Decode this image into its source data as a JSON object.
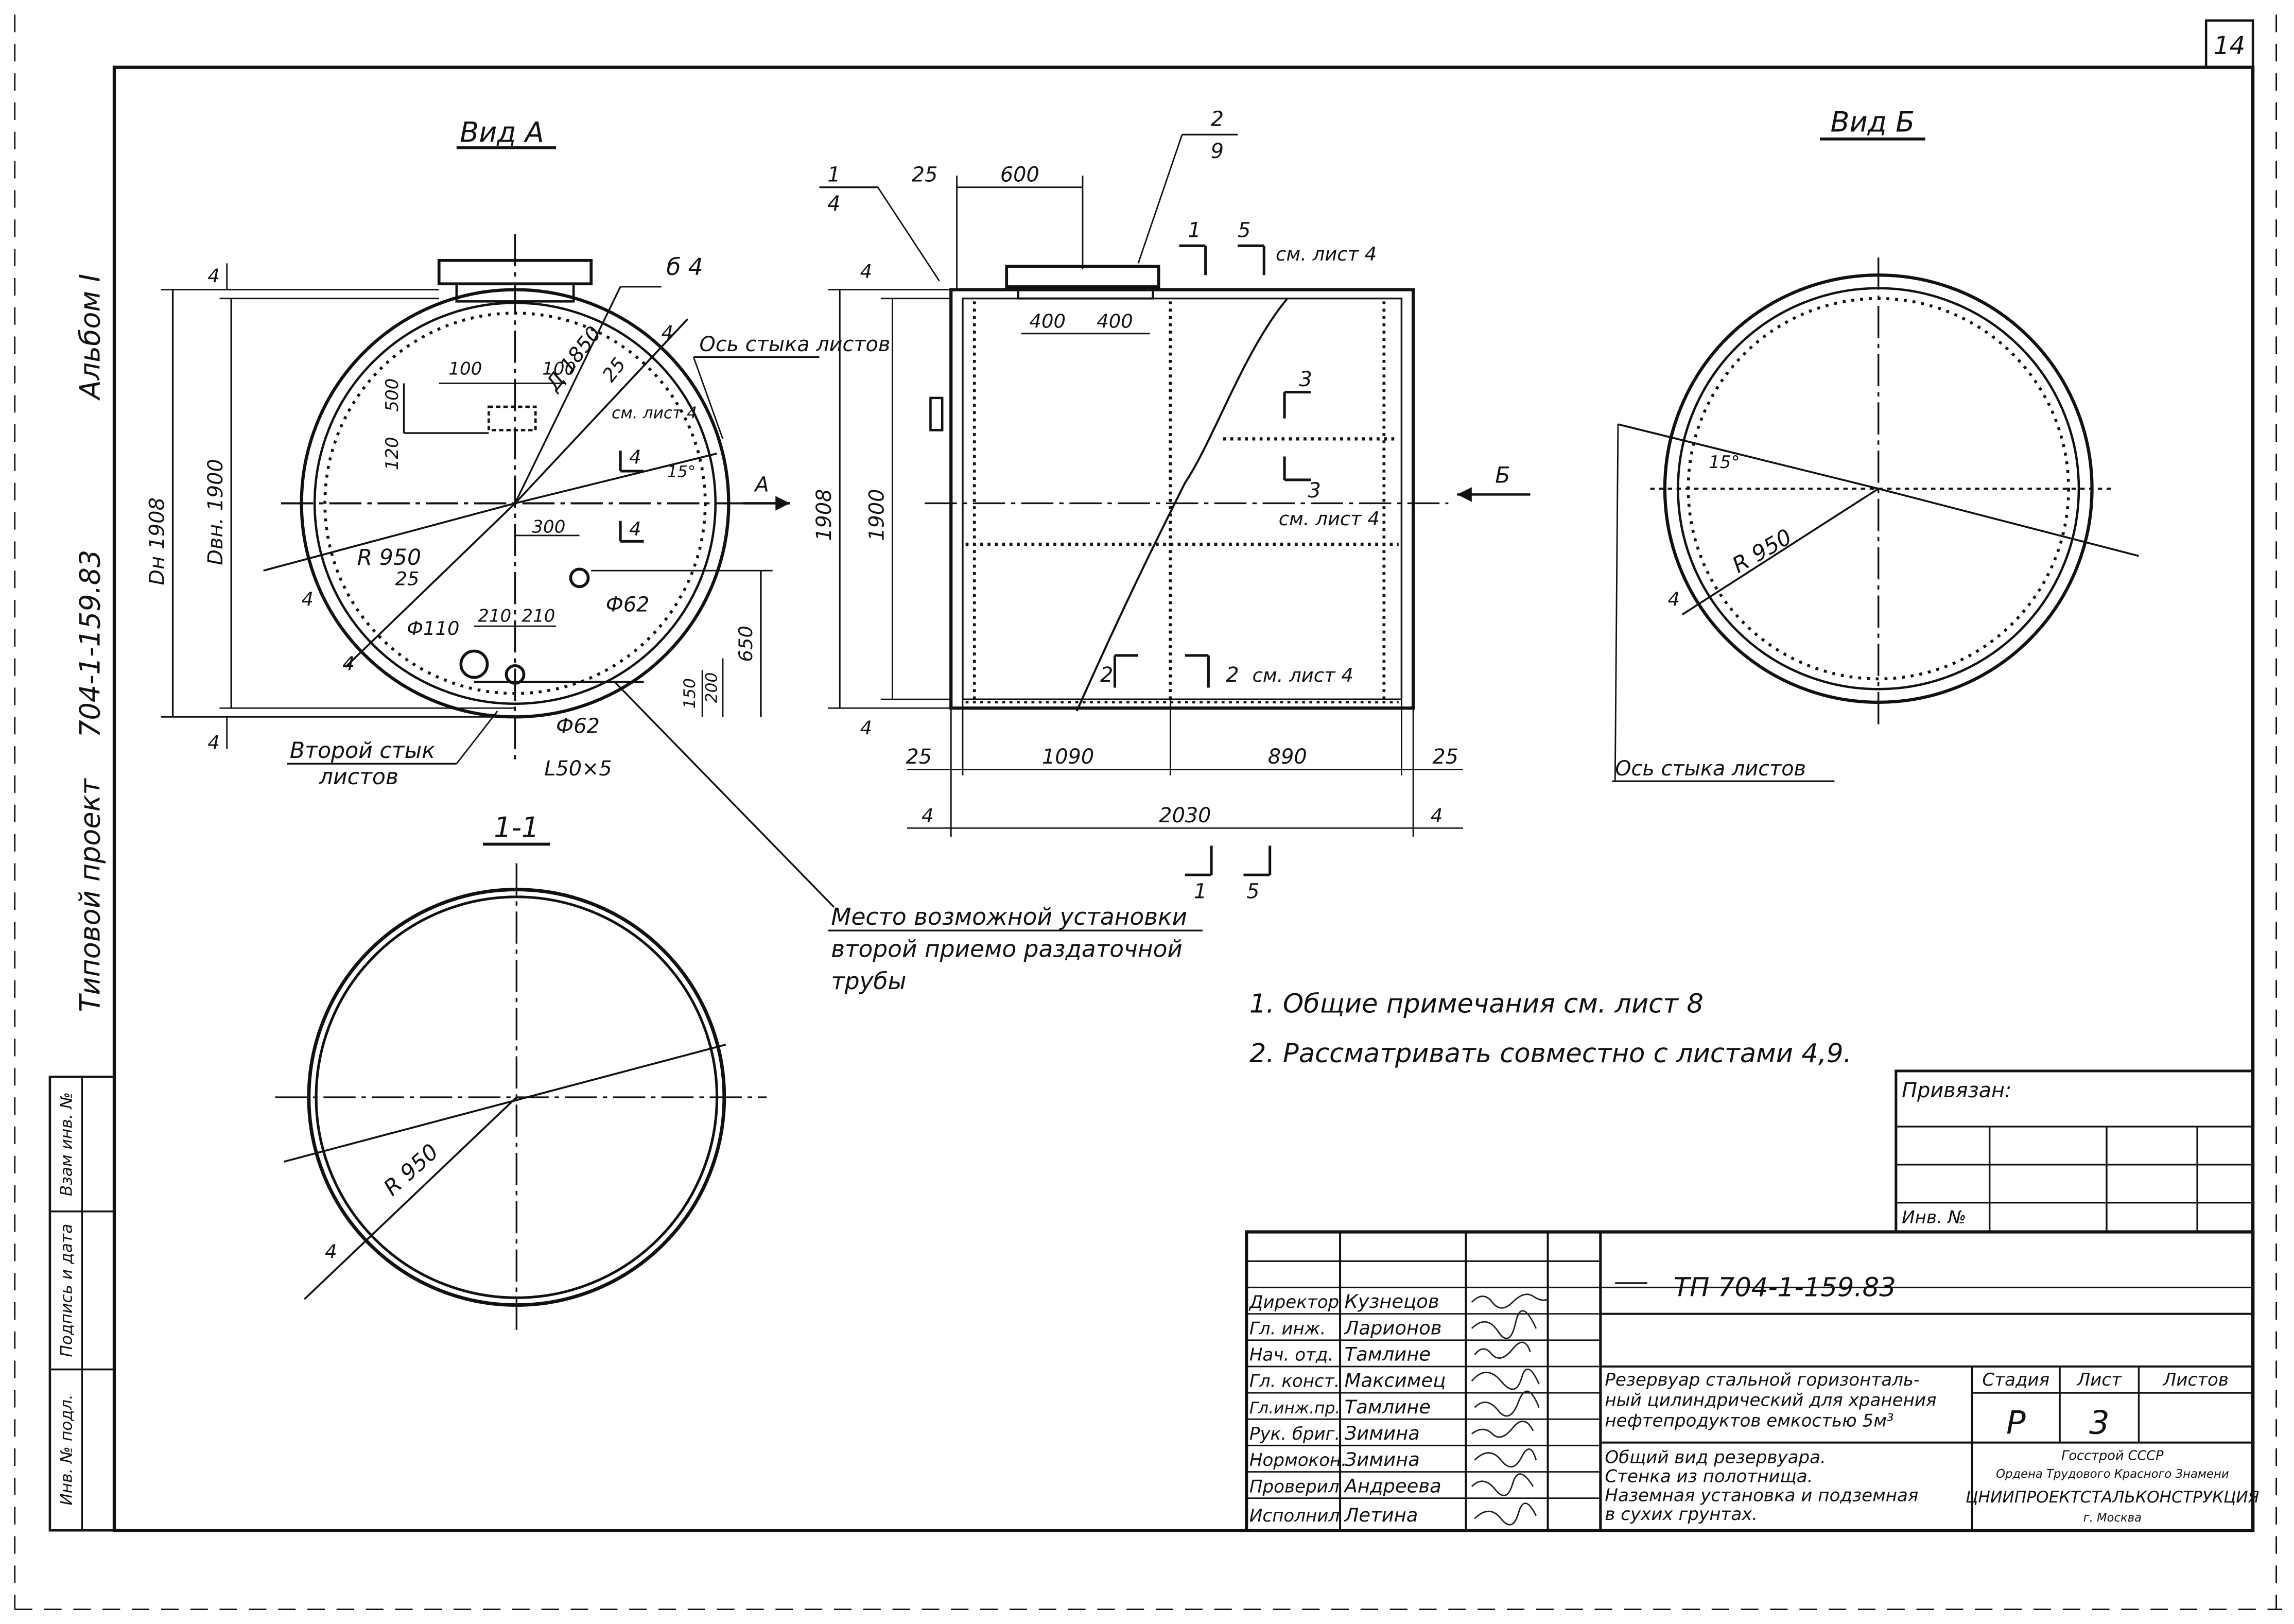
{
  "sheet": {
    "page_no": "14",
    "left_margin": {
      "album": "Альбом I",
      "designation": "704-1-159.83",
      "project_type": "Типовой проект"
    },
    "left_stamp": [
      "Взам инв. №",
      "Подпись и дата",
      "Инв. № подл."
    ]
  },
  "view_a": {
    "title": "Вид А",
    "labels": {
      "d_outer": "Dн 1908",
      "d_inner": "Dвн. 1900",
      "r950": "R 950",
      "b4": "б 4",
      "axis_joint": "Ось стыка листов",
      "d1850": "Д 1850",
      "see_sheet": "см. лист 4",
      "hole_62a": "Ф62",
      "hole_62b": "Ф62",
      "hole_110": "Ф110",
      "angle": "L50×5",
      "second_joint": "Второй стык листов",
      "arrow_a": "А",
      "sec4": "4",
      "sec4b": "4",
      "ang15": "15°"
    },
    "dims": [
      "100",
      "100",
      "500",
      "120",
      "300",
      "210",
      "210",
      "650",
      "150",
      "200",
      "25",
      "25",
      "4",
      "4",
      "4",
      "4",
      "4"
    ]
  },
  "side_view": {
    "dims_top": [
      "25",
      "600",
      "400",
      "400"
    ],
    "dims_bottom": [
      "25",
      "1090",
      "890",
      "25",
      "2030",
      "4",
      "4"
    ],
    "dims_left": [
      "1908",
      "1900",
      "4",
      "4"
    ],
    "callout_1_4": {
      "num": "1",
      "den": "4"
    },
    "callout_2_9": {
      "num": "2",
      "den": "9"
    },
    "section_1": "1",
    "section_5": "5",
    "section_3": "3",
    "section_3b": "3",
    "section_2": "2",
    "section_2b": "2",
    "section_1b": "1",
    "section_5b": "5",
    "see_sheet_4a": "см. лист 4",
    "see_sheet_4b": "см. лист 4",
    "see_sheet_4c": "см. лист 4",
    "arrow_b": "Б"
  },
  "view_b": {
    "title": "Вид Б",
    "r950": "R 950",
    "angle": "15°",
    "thickness": "4",
    "axis_joint": "Ось стыка листов"
  },
  "section_1_1": {
    "title": "1-1",
    "r950": "R 950",
    "thickness": "4"
  },
  "callout_second_pipe": [
    "Место возможной установки",
    "второй приемо раздаточной",
    "трубы"
  ],
  "notes": [
    "1. Общие примечания см. лист 8",
    "2. Рассматривать совместно с листами 4,9."
  ],
  "privyazan": {
    "label": "Привязан:",
    "inv": "Инв. №"
  },
  "title_block": {
    "code": "ТП 704-1-159.83",
    "people": [
      {
        "role": "Директор",
        "name": "Кузнецов"
      },
      {
        "role": "Гл. инж.",
        "name": "Ларионов"
      },
      {
        "role": "Нач. отд.",
        "name": "Тамлине"
      },
      {
        "role": "Гл. конст.",
        "name": "Максимец"
      },
      {
        "role": "Гл.инж.пр.",
        "name": "Тамлине"
      },
      {
        "role": "Рук. бриг.",
        "name": "Зимина"
      },
      {
        "role": "Нормокон.",
        "name": "Зимина"
      },
      {
        "role": "Проверил",
        "name": "Андреева"
      },
      {
        "role": "Исполнил",
        "name": "Летина"
      }
    ],
    "title_lines": [
      "Резервуар стальной горизонталь-",
      "ный цилиндрический для хранения",
      "нефтепродуктов емкостью 5м³"
    ],
    "sheet_desc": [
      "Общий вид резервуара.",
      "Стенка из полотнища.",
      "Наземная установка и подземная",
      "в сухих грунтах."
    ],
    "stage_label": "Стадия",
    "sheet_label": "Лист",
    "sheets_label": "Листов",
    "stage": "Р",
    "sheet": "3",
    "org_lines": [
      "Госстрой СССР",
      "Ордена Трудового Красного Знамени",
      "ЦНИИПРОЕКТСТАЛЬКОНСТРУКЦИЯ",
      "г. Москва"
    ]
  }
}
